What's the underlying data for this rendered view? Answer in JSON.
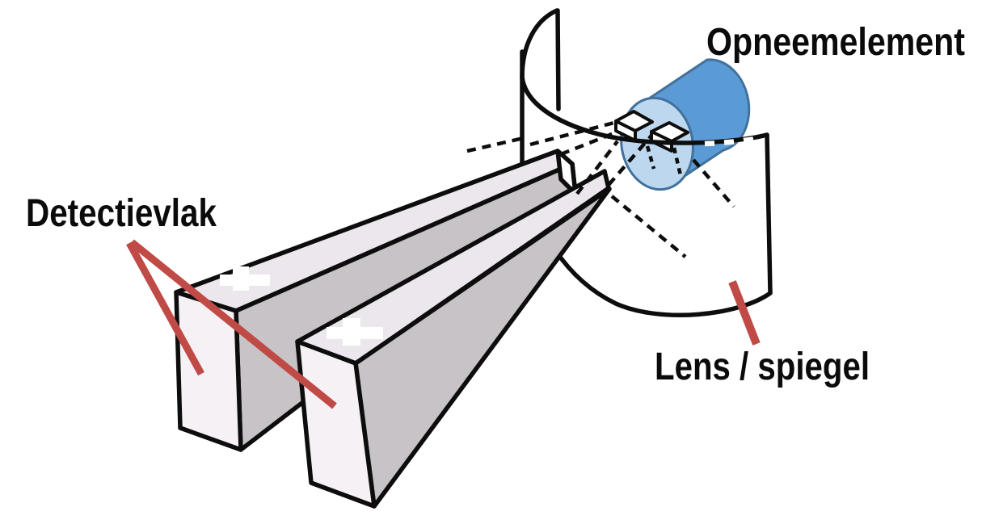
{
  "figure": {
    "type": "sensor-optics-diagram",
    "labels": {
      "detection_plane": "Detectievlak",
      "pickup_element": "Opneemelement",
      "lens_mirror": "Lens / spiegel"
    },
    "colors": {
      "background": "#FFFFFF",
      "outline": "#0d0d0d",
      "annotation_red": "#C04A46",
      "beam_front": "#F6F1F5",
      "beam_top": "#ECE7EC",
      "beam_side": "#C7C3C6",
      "cylinder_body": "#5B9BD5",
      "cylinder_face": "#BDD7EE",
      "cylinder_stroke": "#41719C",
      "wedge_fill": "#FFFFFF"
    }
  }
}
